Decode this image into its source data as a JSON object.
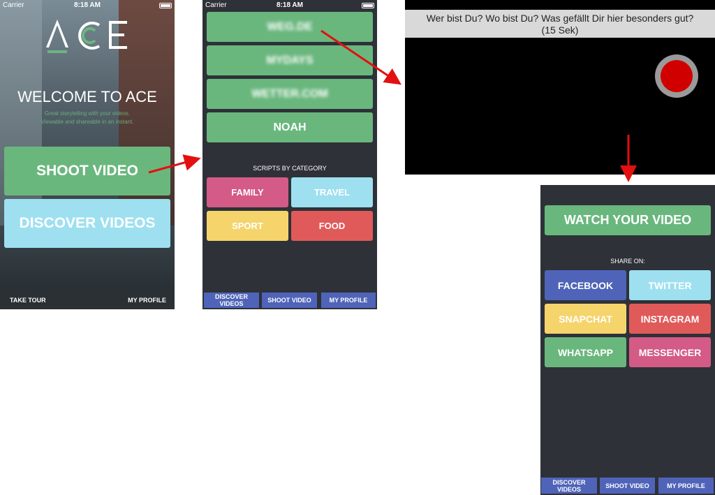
{
  "status_bar": {
    "carrier": "Carrier",
    "time": "8:18 AM"
  },
  "screen1": {
    "logo": "ACE",
    "welcome": "WELCOME TO ACE",
    "tagline_line1": "Great storytelling with your videos.",
    "tagline_line2": "Viewable and shareable in an instant.",
    "shoot_video": "SHOOT VIDEO",
    "discover_videos": "DISCOVER VIDEOS",
    "take_tour": "TAKE TOUR",
    "my_profile": "MY PROFILE"
  },
  "screen2": {
    "brands": [
      "WEG.DE",
      "MYDAYS",
      "WETTER.COM",
      "NOAH"
    ],
    "scripts_by_category": "SCRIPTS BY CATEGORY",
    "categories": [
      "FAMILY",
      "TRAVEL",
      "SPORT",
      "FOOD"
    ],
    "tab_discover": "DISCOVER VIDEOS",
    "tab_shoot": "SHOOT VIDEO",
    "tab_profile": "MY PROFILE"
  },
  "screen3": {
    "prompt_line1": "Wer bist Du? Wo bist Du? Was gefällt Dir hier besonders gut?",
    "prompt_line2": "(15 Sek)"
  },
  "screen4": {
    "watch_video": "WATCH YOUR VIDEO",
    "share_on": "SHARE ON:",
    "share_targets": [
      "FACEBOOK",
      "TWITTER",
      "SNAPCHAT",
      "INSTAGRAM",
      "WHATSAPP",
      "MESSENGER"
    ],
    "tab_discover": "DISCOVER VIDEOS",
    "tab_shoot": "SHOOT VIDEO",
    "tab_profile": "MY PROFILE"
  },
  "colors": {
    "green": "#6ab77e",
    "light_blue": "#9ee0f0",
    "pink": "#d35b86",
    "yellow": "#f5d46c",
    "red": "#e05a5a",
    "blue": "#4f64b8",
    "arrow": "#e3100f",
    "record": "#d10000"
  },
  "icons": [
    "wifi-icon",
    "battery-icon",
    "record-icon",
    "arrow-icon"
  ]
}
